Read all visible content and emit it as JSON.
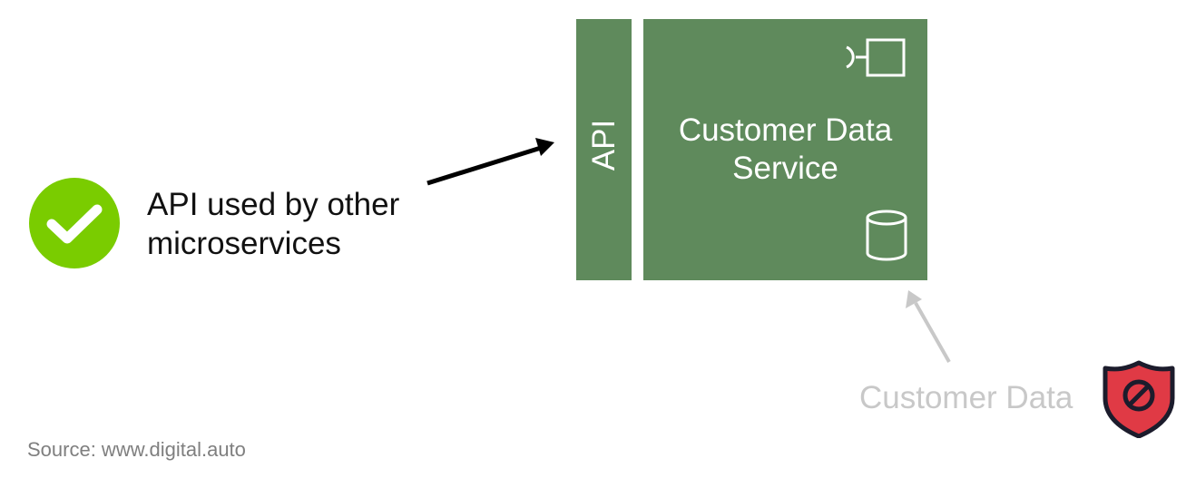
{
  "left_note": {
    "text": "API used by other microservices",
    "check_icon": "checkmark-circle-icon",
    "check_color": "#7acc00"
  },
  "api_bar": {
    "label": "API"
  },
  "service": {
    "title": "Customer Data\nService",
    "fill_color": "#5f8a5c",
    "component_icon": "component-icon",
    "database_icon": "database-icon"
  },
  "customer_data": {
    "label": "Customer Data",
    "shield_icon": "blocked-shield-icon",
    "shield_color": "#e03a45"
  },
  "source": {
    "text": "Source: www.digital.auto"
  }
}
